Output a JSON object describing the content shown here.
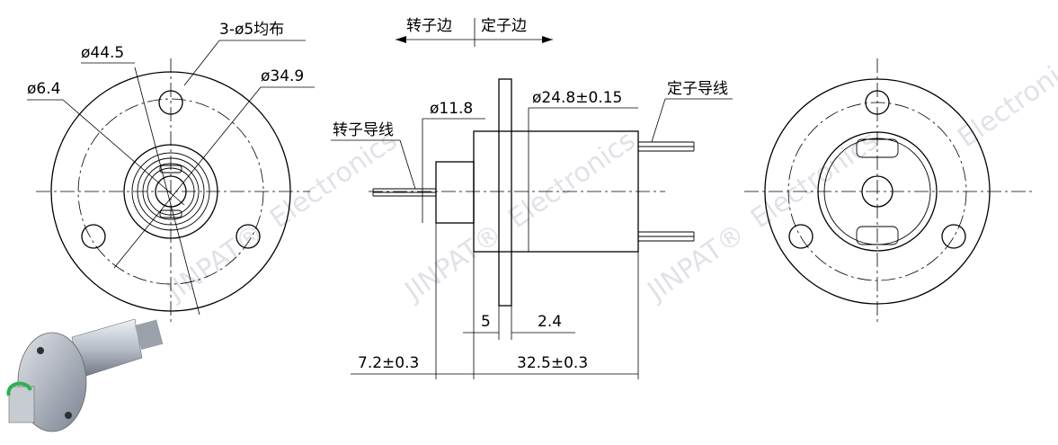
{
  "watermark": {
    "brand": "JINPAT®",
    "suffix": "Electronics"
  },
  "front_view": {
    "holes_label": "3-ø5均布",
    "dia_outer_label": "ø44.5",
    "dia_pcd_label": "ø34.9",
    "dia_bore_label": "ø6.4"
  },
  "side_view": {
    "rotor_side_label": "转子边",
    "stator_side_label": "定子边",
    "rotor_shaft_dia_label": "ø11.8",
    "body_dia_label": "ø24.8±0.15",
    "rotor_leads_label": "转子导线",
    "stator_leads_label": "定子导线",
    "dim_flange_label": "5",
    "dim_flange_thickness_label": "2.4",
    "dim_rotor_length_label": "7.2±0.3",
    "dim_body_length_label": "32.5±0.3"
  },
  "colors": {
    "line": "#000000",
    "watermark": "#c8ccd6",
    "accent": "#2bb24c"
  }
}
